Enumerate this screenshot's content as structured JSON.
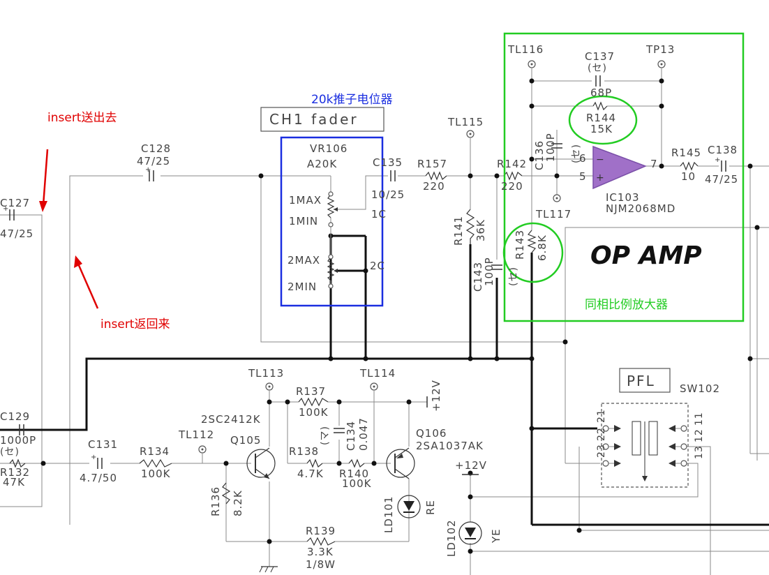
{
  "annotations": {
    "insert_send": "insert送出去",
    "insert_return": "insert返回来",
    "fader_type": "20k推子电位器",
    "opamp_title": "OP AMP",
    "opamp_desc": "同相比例放大器"
  },
  "colors": {
    "red": "#e00000",
    "blue": "#1a2ee0",
    "green": "#22cc22",
    "opamp_fill": "#a070c8"
  },
  "boxes": {
    "ch1_fader": "CH1 fader",
    "pfl": "PFL"
  },
  "components": {
    "c128": {
      "ref": "C128",
      "val": "47/25"
    },
    "c127": {
      "ref": "C127",
      "val": "47/25"
    },
    "vr106": {
      "ref": "VR106",
      "val": "A20K"
    },
    "pins": {
      "max1": "1MAX",
      "min1": "1MIN",
      "max2": "2MAX",
      "min2": "2MIN",
      "c1": "1C",
      "c2": "2C"
    },
    "c135": {
      "ref": "C135",
      "val": "10/25"
    },
    "r157": {
      "ref": "R157",
      "val": "220"
    },
    "tl115": "TL115",
    "r142": {
      "ref": "R142",
      "val": "220"
    },
    "r141": {
      "ref": "R141",
      "val": "36K"
    },
    "c143": {
      "ref": "C143",
      "val": "100P",
      "note": "(セ)"
    },
    "tl116": "TL116",
    "c137": {
      "ref": "C137",
      "val": "68P",
      "note": "(セ)"
    },
    "tp13": "TP13",
    "r144": {
      "ref": "R144",
      "val": "15K"
    },
    "c136": {
      "ref": "C136",
      "val": "100P",
      "note": "(セ)"
    },
    "ic103": {
      "ref": "IC103",
      "part": "NJM2068MD",
      "pin6": "6",
      "pin5": "5",
      "pin7": "7"
    },
    "tl117": "TL117",
    "r143": {
      "ref": "R143",
      "val": "6.8K"
    },
    "r145": {
      "ref": "R145",
      "val": "10"
    },
    "c138": {
      "ref": "C138",
      "val": "47/25"
    },
    "tl113": "TL113",
    "tl114": "TL114",
    "r137": {
      "ref": "R137",
      "val": "100K"
    },
    "c134": {
      "ref": "C134",
      "val": "0.047",
      "note": "(マ)"
    },
    "v12a": "+12V",
    "q106": {
      "ref": "Q106",
      "part": "2SA1037AK"
    },
    "q105": {
      "ref": "Q105",
      "part": "2SC2412K"
    },
    "r138": {
      "ref": "R138",
      "val": "4.7K"
    },
    "r140": {
      "ref": "R140",
      "val": "100K"
    },
    "tl112": "TL112",
    "c129": {
      "ref": "C129",
      "val": "1000P",
      "note": "(セ)"
    },
    "r132": {
      "ref": "R132",
      "val": "47K"
    },
    "c131": {
      "ref": "C131",
      "val": "4.7/50"
    },
    "r134": {
      "ref": "R134",
      "val": "100K"
    },
    "r136": {
      "ref": "R136",
      "val": "8.2K"
    },
    "ld101": {
      "ref": "LD101",
      "color": "RE"
    },
    "ld102": {
      "ref": "LD102",
      "color": "YE"
    },
    "v12b": "+12V",
    "r139": {
      "ref": "R139",
      "val": "3.3K",
      "power": "1/8W"
    },
    "sw102": {
      "ref": "SW102",
      "pins_left": [
        "21",
        "22",
        "23"
      ],
      "pins_right": [
        "11",
        "12",
        "13"
      ]
    }
  }
}
